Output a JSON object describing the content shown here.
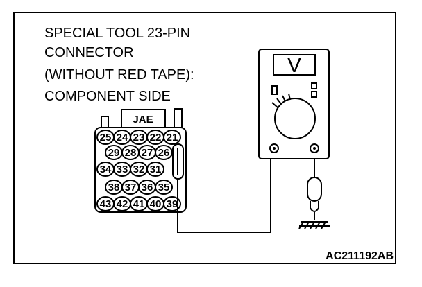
{
  "label": {
    "line1": "SPECIAL TOOL 23-PIN",
    "line2": "CONNECTOR",
    "line3": "(WITHOUT RED TAPE):",
    "line4": "COMPONENT SIDE"
  },
  "connector": {
    "brand": "JAE",
    "pins": {
      "row1": [
        "25",
        "24",
        "23",
        "22",
        "21"
      ],
      "row2": [
        "29",
        "28",
        "27",
        "26"
      ],
      "row3": [
        "34",
        "33",
        "32",
        "31"
      ],
      "row4": [
        "38",
        "37",
        "36",
        "35"
      ],
      "row5": [
        "43",
        "42",
        "41",
        "40",
        "39"
      ]
    }
  },
  "meter": {
    "display": "V"
  },
  "figure_code": "AC211192AB"
}
